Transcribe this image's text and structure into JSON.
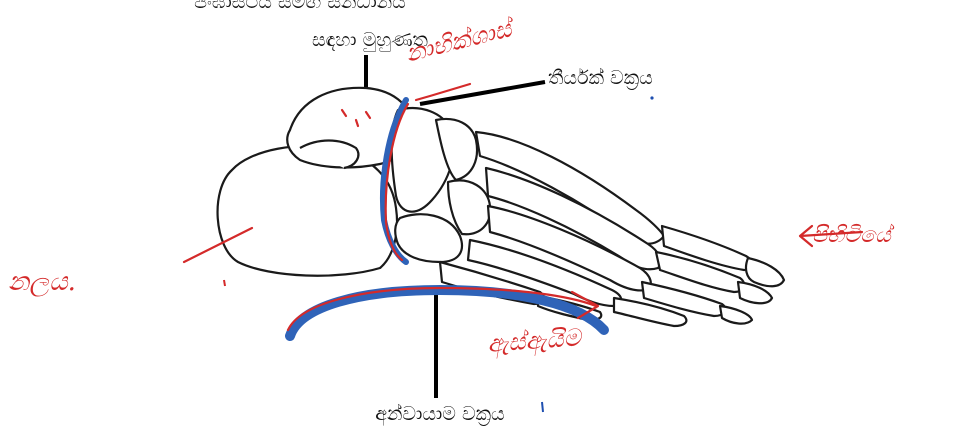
{
  "labels": {
    "top_line1": "ජංඝාස්ථිය සමඟ සන්ධානය",
    "top_line2": "සඳහා මුහුණත",
    "transverse_arch": "තීර්යක් වක්‍රය",
    "longitudinal_arch": "අන්වායාම වක්‍රය"
  },
  "handwritten": {
    "top": "නාභික්ශාස්",
    "left": "නලය.",
    "right": "පිහිටියේ",
    "bottom": "ඇස්ඇයිම"
  },
  "colors": {
    "bone_outline": "#1a1a1a",
    "arch_marker": "#2f63b8",
    "annotation_ink": "#d42a2a"
  }
}
